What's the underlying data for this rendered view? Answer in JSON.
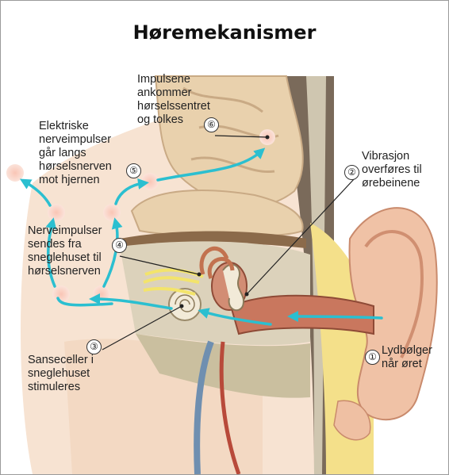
{
  "title": "Høremekanismer",
  "steps": [
    {
      "number": "①",
      "text": "Lydbølger\nnår øret"
    },
    {
      "number": "②",
      "text": "Vibrasjon\noverføres til\nørebeinene"
    },
    {
      "number": "③",
      "text": "Sanseceller i\nsneglehuset\nstimuleres"
    },
    {
      "number": "④",
      "text": "Nerveimpulser\nsendes fra\nsneglehuset til\nhørselsnerven"
    },
    {
      "number": "⑤",
      "text": "Elektriske\nnerveimpulser\ngår langs\nhørselsnerven\nmot hjernen"
    },
    {
      "number": "⑥",
      "text": "Impulsene\nankommer\nhørselssentret\nog tolkes"
    }
  ],
  "colors": {
    "arrow": "#2bbfd0",
    "skin": "#f3d9c3",
    "brain": "#e9d1ad",
    "ear_canal": "#c9775e",
    "bone": "#d8ccb2",
    "fat": "#f4e08a",
    "nerve_glow": "#fbd0c2"
  }
}
